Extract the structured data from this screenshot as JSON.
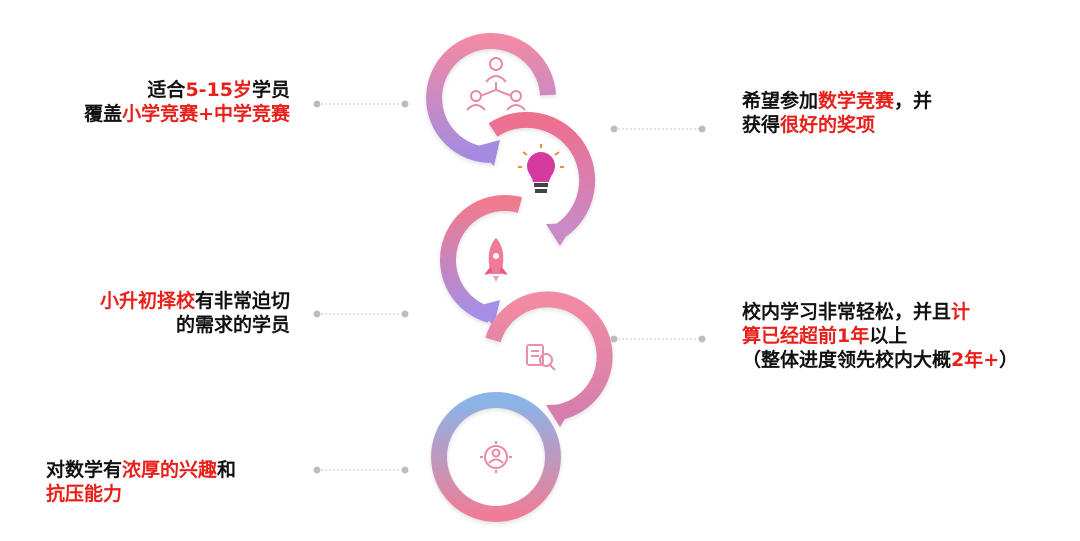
{
  "left": [
    {
      "id": "l1",
      "lines": [
        [
          {
            "t": "适合",
            "hl": false
          },
          {
            "t": "5-15岁",
            "hl": true
          },
          {
            "t": "学员",
            "hl": false
          }
        ],
        [
          {
            "t": "覆盖",
            "hl": false
          },
          {
            "t": "小学竞赛+中学竞赛",
            "hl": true
          }
        ]
      ]
    },
    {
      "id": "l3",
      "lines": [
        [
          {
            "t": "小升初择校",
            "hl": true
          },
          {
            "t": "有非常迫切",
            "hl": false
          }
        ],
        [
          {
            "t": "的需求的学员",
            "hl": false
          }
        ]
      ]
    },
    {
      "id": "l5",
      "lines": [
        [
          {
            "t": "对数学有",
            "hl": false
          },
          {
            "t": "浓厚的兴趣",
            "hl": true
          },
          {
            "t": "和",
            "hl": false
          }
        ],
        [
          {
            "t": "抗压能力",
            "hl": true
          }
        ]
      ]
    }
  ],
  "right": [
    {
      "id": "r2",
      "lines": [
        [
          {
            "t": "希望参加",
            "hl": false
          },
          {
            "t": "数学竞赛",
            "hl": true
          },
          {
            "t": "，并",
            "hl": false
          }
        ],
        [
          {
            "t": "获得",
            "hl": false
          },
          {
            "t": "很好的奖项",
            "hl": true
          }
        ]
      ]
    },
    {
      "id": "r4",
      "lines": [
        [
          {
            "t": "校内学习非常轻松，并且",
            "hl": false
          },
          {
            "t": "计",
            "hl": true
          }
        ],
        [
          {
            "t": "算已经超前",
            "hl": true
          },
          {
            "t": "1年",
            "hl": true
          },
          {
            "t": "以上",
            "hl": false
          }
        ],
        [
          {
            "t": "（整体进度领先校内大概",
            "hl": false
          },
          {
            "t": "2年+",
            "hl": true
          },
          {
            "t": "）",
            "hl": false
          }
        ]
      ]
    }
  ],
  "icons": [
    "people-network-icon",
    "lightbulb-icon",
    "rocket-icon",
    "document-search-icon",
    "target-user-icon"
  ],
  "colors": {
    "highlight": "#e8201a",
    "text": "#111111",
    "connector": "#bbbbbb",
    "pink": "#f07a9a",
    "purple": "#a58be0",
    "blue": "#7fa8e6"
  }
}
